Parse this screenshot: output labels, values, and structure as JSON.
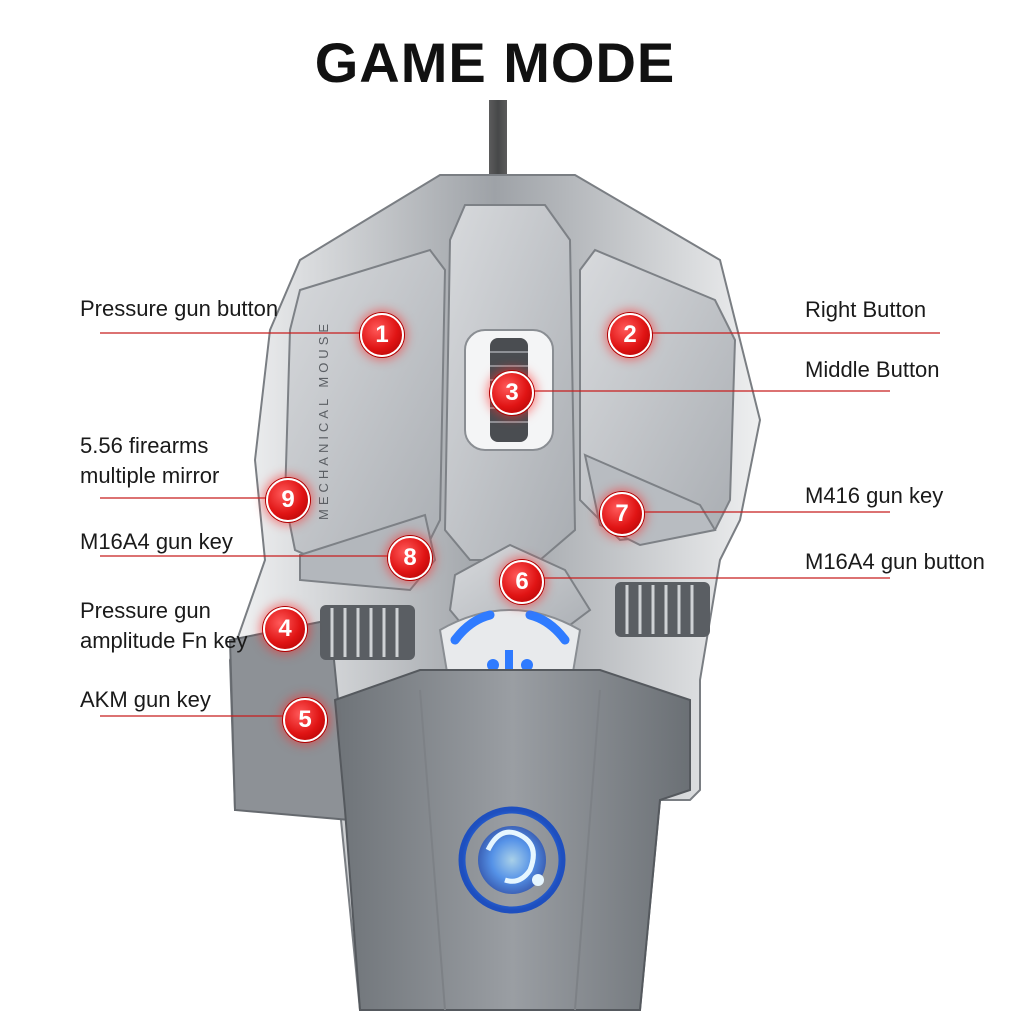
{
  "title": "GAME MODE",
  "product": {
    "side_text": "MECHANICAL MOUSE",
    "logo": "scorpion-logo-icon"
  },
  "callouts": [
    {
      "number": "1",
      "label": "Pressure gun button",
      "side": "left"
    },
    {
      "number": "2",
      "label": "Right Button",
      "side": "right"
    },
    {
      "number": "3",
      "label": "Middle Button",
      "side": "right"
    },
    {
      "number": "4",
      "label_lines": [
        "Pressure gun",
        "amplitude Fn key"
      ],
      "side": "left"
    },
    {
      "number": "5",
      "label": "AKM gun key",
      "side": "left"
    },
    {
      "number": "6",
      "label": "M16A4 gun button",
      "side": "right"
    },
    {
      "number": "7",
      "label": "M416 gun key",
      "side": "right"
    },
    {
      "number": "8",
      "label": "M16A4 gun key",
      "side": "left"
    },
    {
      "number": "9",
      "label_lines": [
        "5.56 firearms",
        "multiple mirror"
      ],
      "side": "left"
    }
  ],
  "colors": {
    "badge": "#e01414",
    "leader_line": "#c81e1e",
    "body_grey": "#8d9196",
    "button_silver": "#c5c8cc",
    "led_blue": "#2f7bff"
  }
}
